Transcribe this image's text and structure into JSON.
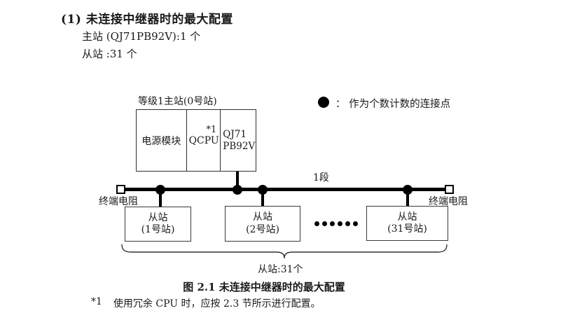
{
  "header": {
    "heading": "(1) 未连接中继器时的最大配置",
    "master_line": "主站 (QJ71PB92V):1 个",
    "slave_line": "从站 :31 个"
  },
  "diagram": {
    "master_label": "等级1主站(0号站)",
    "master": {
      "power": "电源模块",
      "cpu": "QCPU",
      "cpu_note": "*1",
      "module_line1": "QJ71",
      "module_line2": "PB92V"
    },
    "legend_text": "：  作为个数计数的连接点",
    "segment_label": "1段",
    "terminator_left": "终端电阻",
    "terminator_right": "终端电阻",
    "slaves": [
      {
        "line1": "从站",
        "line2": "(1号站)"
      },
      {
        "line1": "从站",
        "line2": "(2号站)"
      },
      {
        "line1": "从站",
        "line2": "(31号站)"
      }
    ],
    "ellipsis_dots": 6,
    "brace_label": "从站:31个"
  },
  "caption": "图 2.1 未连接中继器时的最大配置",
  "footnote": {
    "marker": "*1",
    "text": "使用冗余 CPU 时，应按 2.3 节所示进行配置。"
  },
  "colors": {
    "ink": "#1a1a1a",
    "line": "#000000",
    "box_border": "#3a3a3a",
    "background": "#ffffff"
  }
}
